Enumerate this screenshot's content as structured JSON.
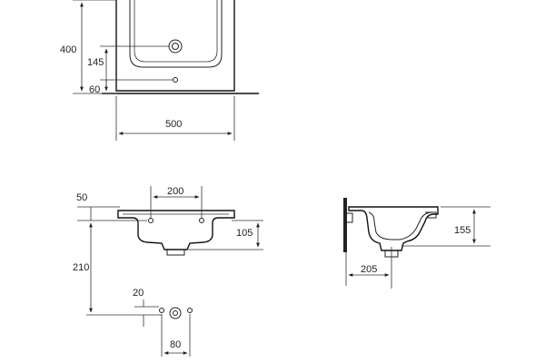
{
  "top_view": {
    "dims": {
      "height": "400",
      "tap_offset": "145",
      "overflow_offset": "60",
      "width": "500"
    }
  },
  "front_view": {
    "dims": {
      "hole_spacing": "200",
      "top_offset": "50",
      "bowl_depth": "105",
      "waste_height": "210",
      "pin_offset": "20",
      "pin_spacing": "80"
    }
  },
  "side_view": {
    "dims": {
      "height": "155",
      "depth": "205"
    }
  }
}
